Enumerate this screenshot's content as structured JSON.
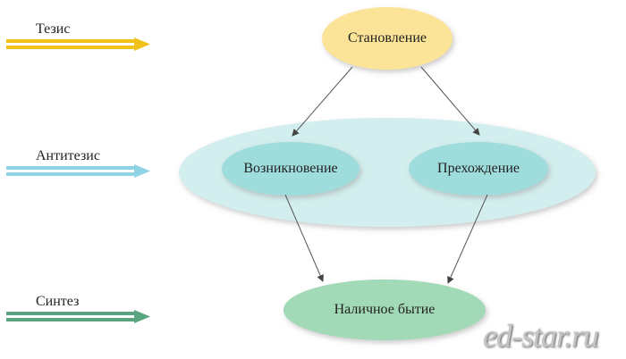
{
  "levels": {
    "thesis": "Тезис",
    "antithesis": "Антитезис",
    "synthesis": "Синтез"
  },
  "nodes": {
    "becoming": "Становление",
    "arising": "Возникновение",
    "passing": "Прехождение",
    "existence": "Наличное бытие"
  },
  "watermark": "ed-star.ru",
  "colors": {
    "thesis": "#f2c21a",
    "antithesis": "#8fd3e6",
    "synthesis": "#5aa57f",
    "becoming_fill": "#fbe497",
    "antithesis_fill": "#d3eeee",
    "inner_fill": "#9fdcdc",
    "existence_fill": "#a2d9b6"
  }
}
